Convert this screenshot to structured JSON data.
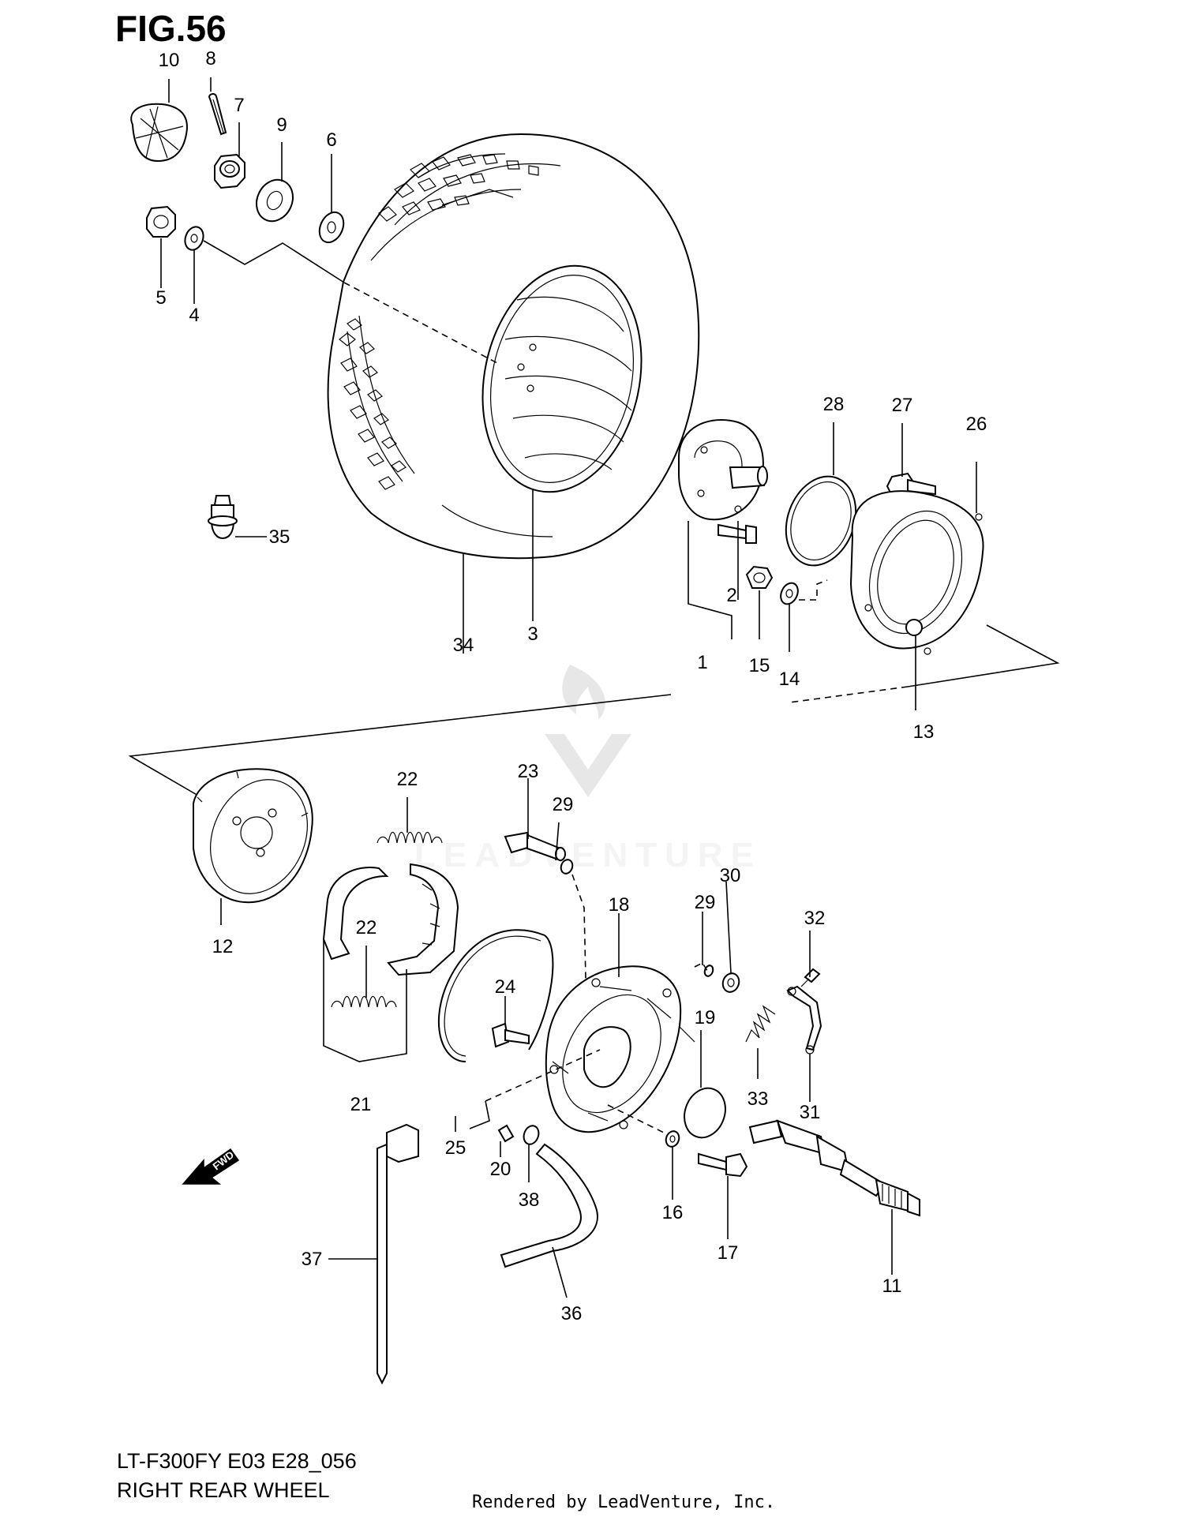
{
  "figure": {
    "title": "FIG.56",
    "model_code": "LT-F300FY E03 E28_056",
    "section_name": "RIGHT REAR WHEEL",
    "rendered_by": "Rendered by LeadVenture, Inc.",
    "watermark": "LEADVENTURE",
    "fwd_label": "FWD"
  },
  "callouts": {
    "c1": "1",
    "c2": "2",
    "c3": "3",
    "c4": "4",
    "c5": "5",
    "c6": "6",
    "c7": "7",
    "c8": "8",
    "c9": "9",
    "c10": "10",
    "c11": "11",
    "c12": "12",
    "c13": "13",
    "c14": "14",
    "c15": "15",
    "c16": "16",
    "c17": "17",
    "c18": "18",
    "c19": "19",
    "c20": "20",
    "c21": "21",
    "c22a": "22",
    "c22b": "22",
    "c23": "23",
    "c24": "24",
    "c25": "25",
    "c26": "26",
    "c27": "27",
    "c28": "28",
    "c29a": "29",
    "c29b": "29",
    "c30": "30",
    "c31": "31",
    "c32": "32",
    "c33": "33",
    "c34": "34",
    "c35": "35",
    "c36": "36",
    "c37": "37",
    "c38": "38"
  }
}
